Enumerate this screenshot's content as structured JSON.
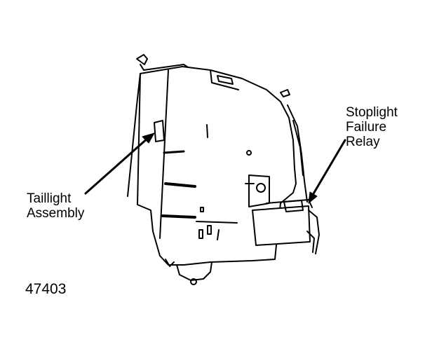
{
  "labels": {
    "taillight": [
      "Taillight",
      "Assembly"
    ],
    "relay": [
      "Stoplight",
      "Failure",
      "Relay"
    ]
  },
  "figure_number": "47403",
  "colors": {
    "ink": "#000000",
    "paper": "#ffffff"
  }
}
